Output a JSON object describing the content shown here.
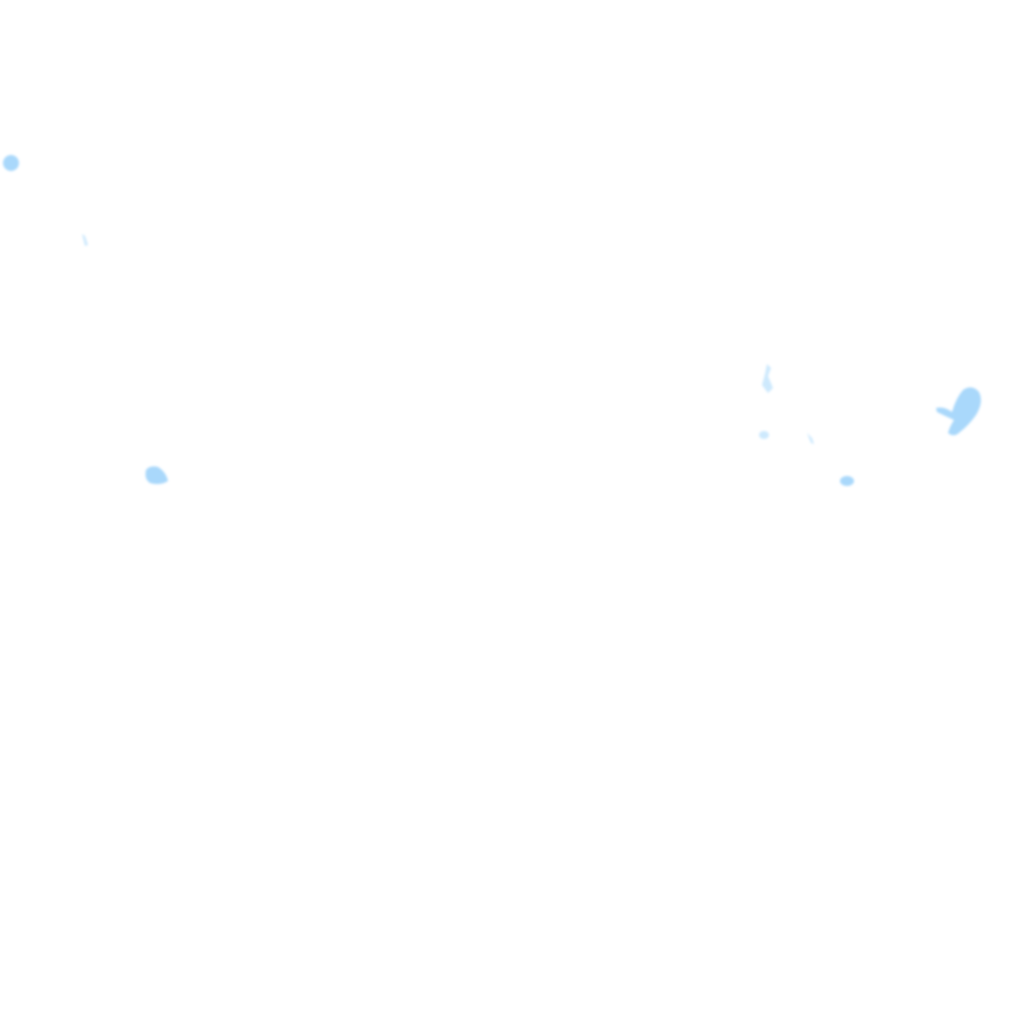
{
  "map": {
    "background_color": "#ffffff",
    "water_color": "#a9d8fb",
    "water_color_light": "#cde9fd",
    "features": [
      {
        "kind": "lake"
      },
      {
        "kind": "stream"
      },
      {
        "kind": "lake"
      },
      {
        "kind": "stream"
      },
      {
        "kind": "pond"
      },
      {
        "kind": "stream"
      },
      {
        "kind": "lake"
      },
      {
        "kind": "pond"
      }
    ]
  }
}
